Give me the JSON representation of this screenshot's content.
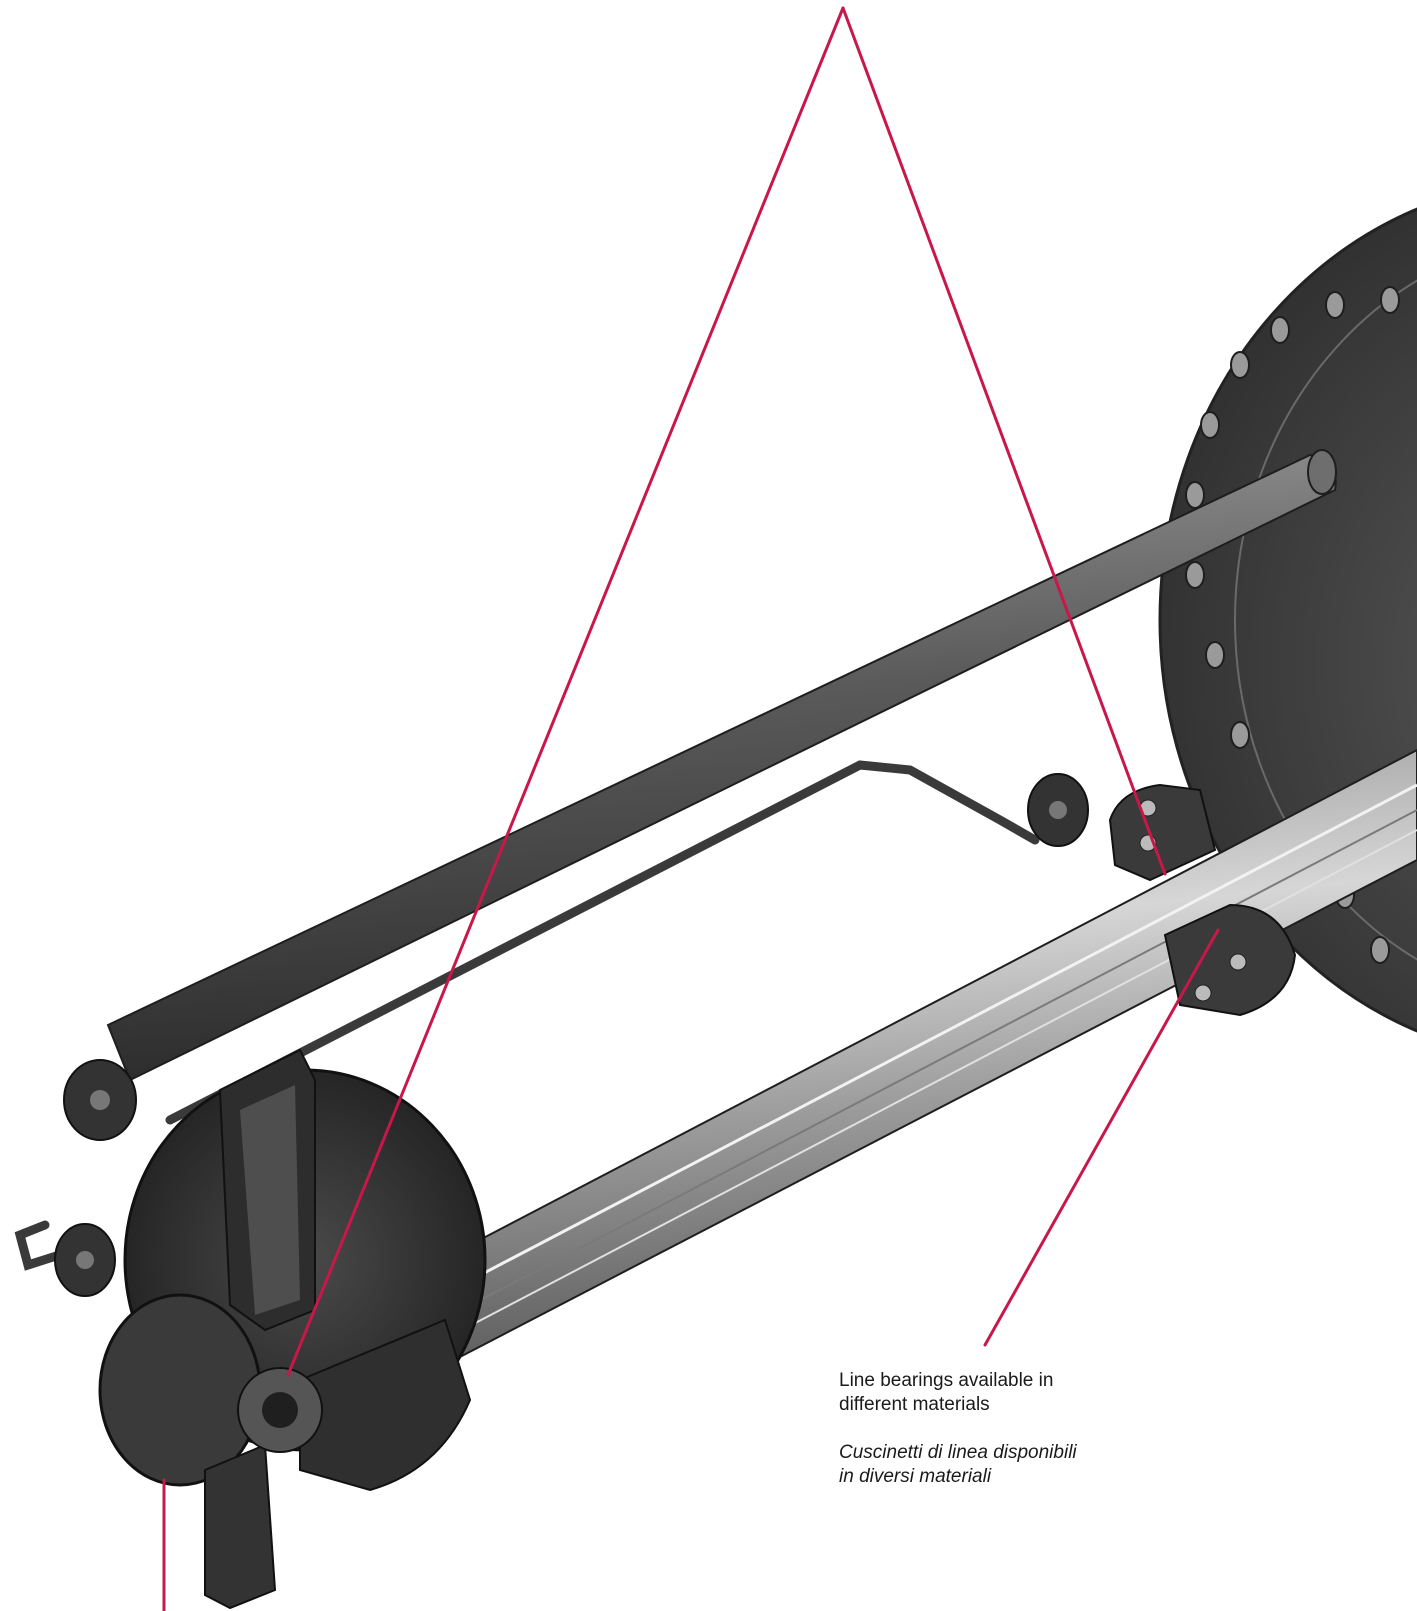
{
  "colors": {
    "leader_line": "#c8174b",
    "metal_dark": "#3c3c3c",
    "metal_mid": "#6e6e6e",
    "metal_light": "#b4b4b4",
    "flange": "#474747",
    "text": "#1a1a1a"
  },
  "callouts": [
    {
      "en_line1": "Line bearings available in",
      "en_line2": "different materials",
      "it_line1": "Cuscinetti di linea disponibili",
      "it_line2": "in diversi materiali"
    }
  ]
}
